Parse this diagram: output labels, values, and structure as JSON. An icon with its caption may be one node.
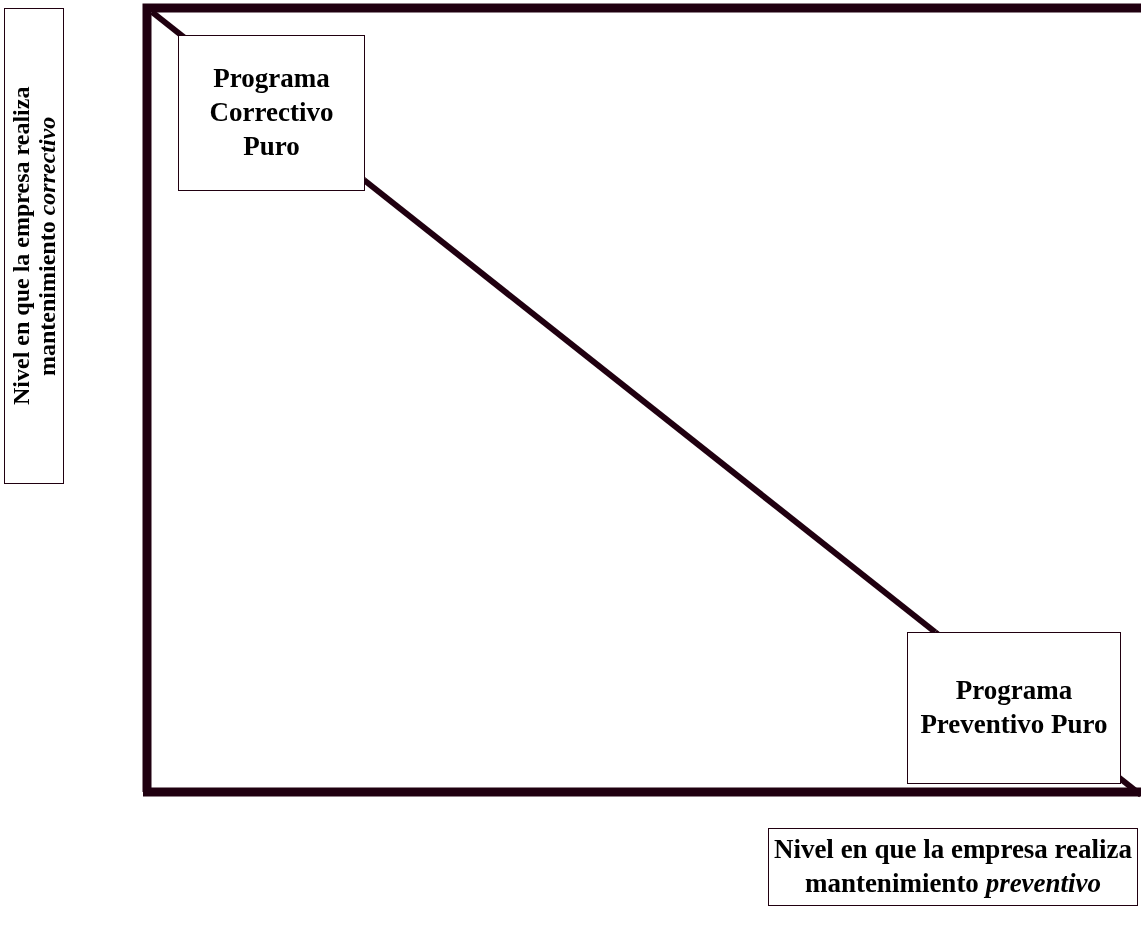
{
  "diagram": {
    "nodes": [
      {
        "text": [
          "Programa Correctivo Puro"
        ]
      },
      {
        "text": [
          "Programa Preventivo Puro"
        ]
      },
      {
        "text": [
          "Nivel en que la empresa realiza mantenimiento *correctivo*"
        ]
      },
      {
        "text": [
          "Nivel en que la empresa realiza mantenimiento *preventivo*"
        ]
      }
    ],
    "edges": [
      {
        "from": 0,
        "to": 1,
        "arrow": "none"
      }
    ]
  }
}
